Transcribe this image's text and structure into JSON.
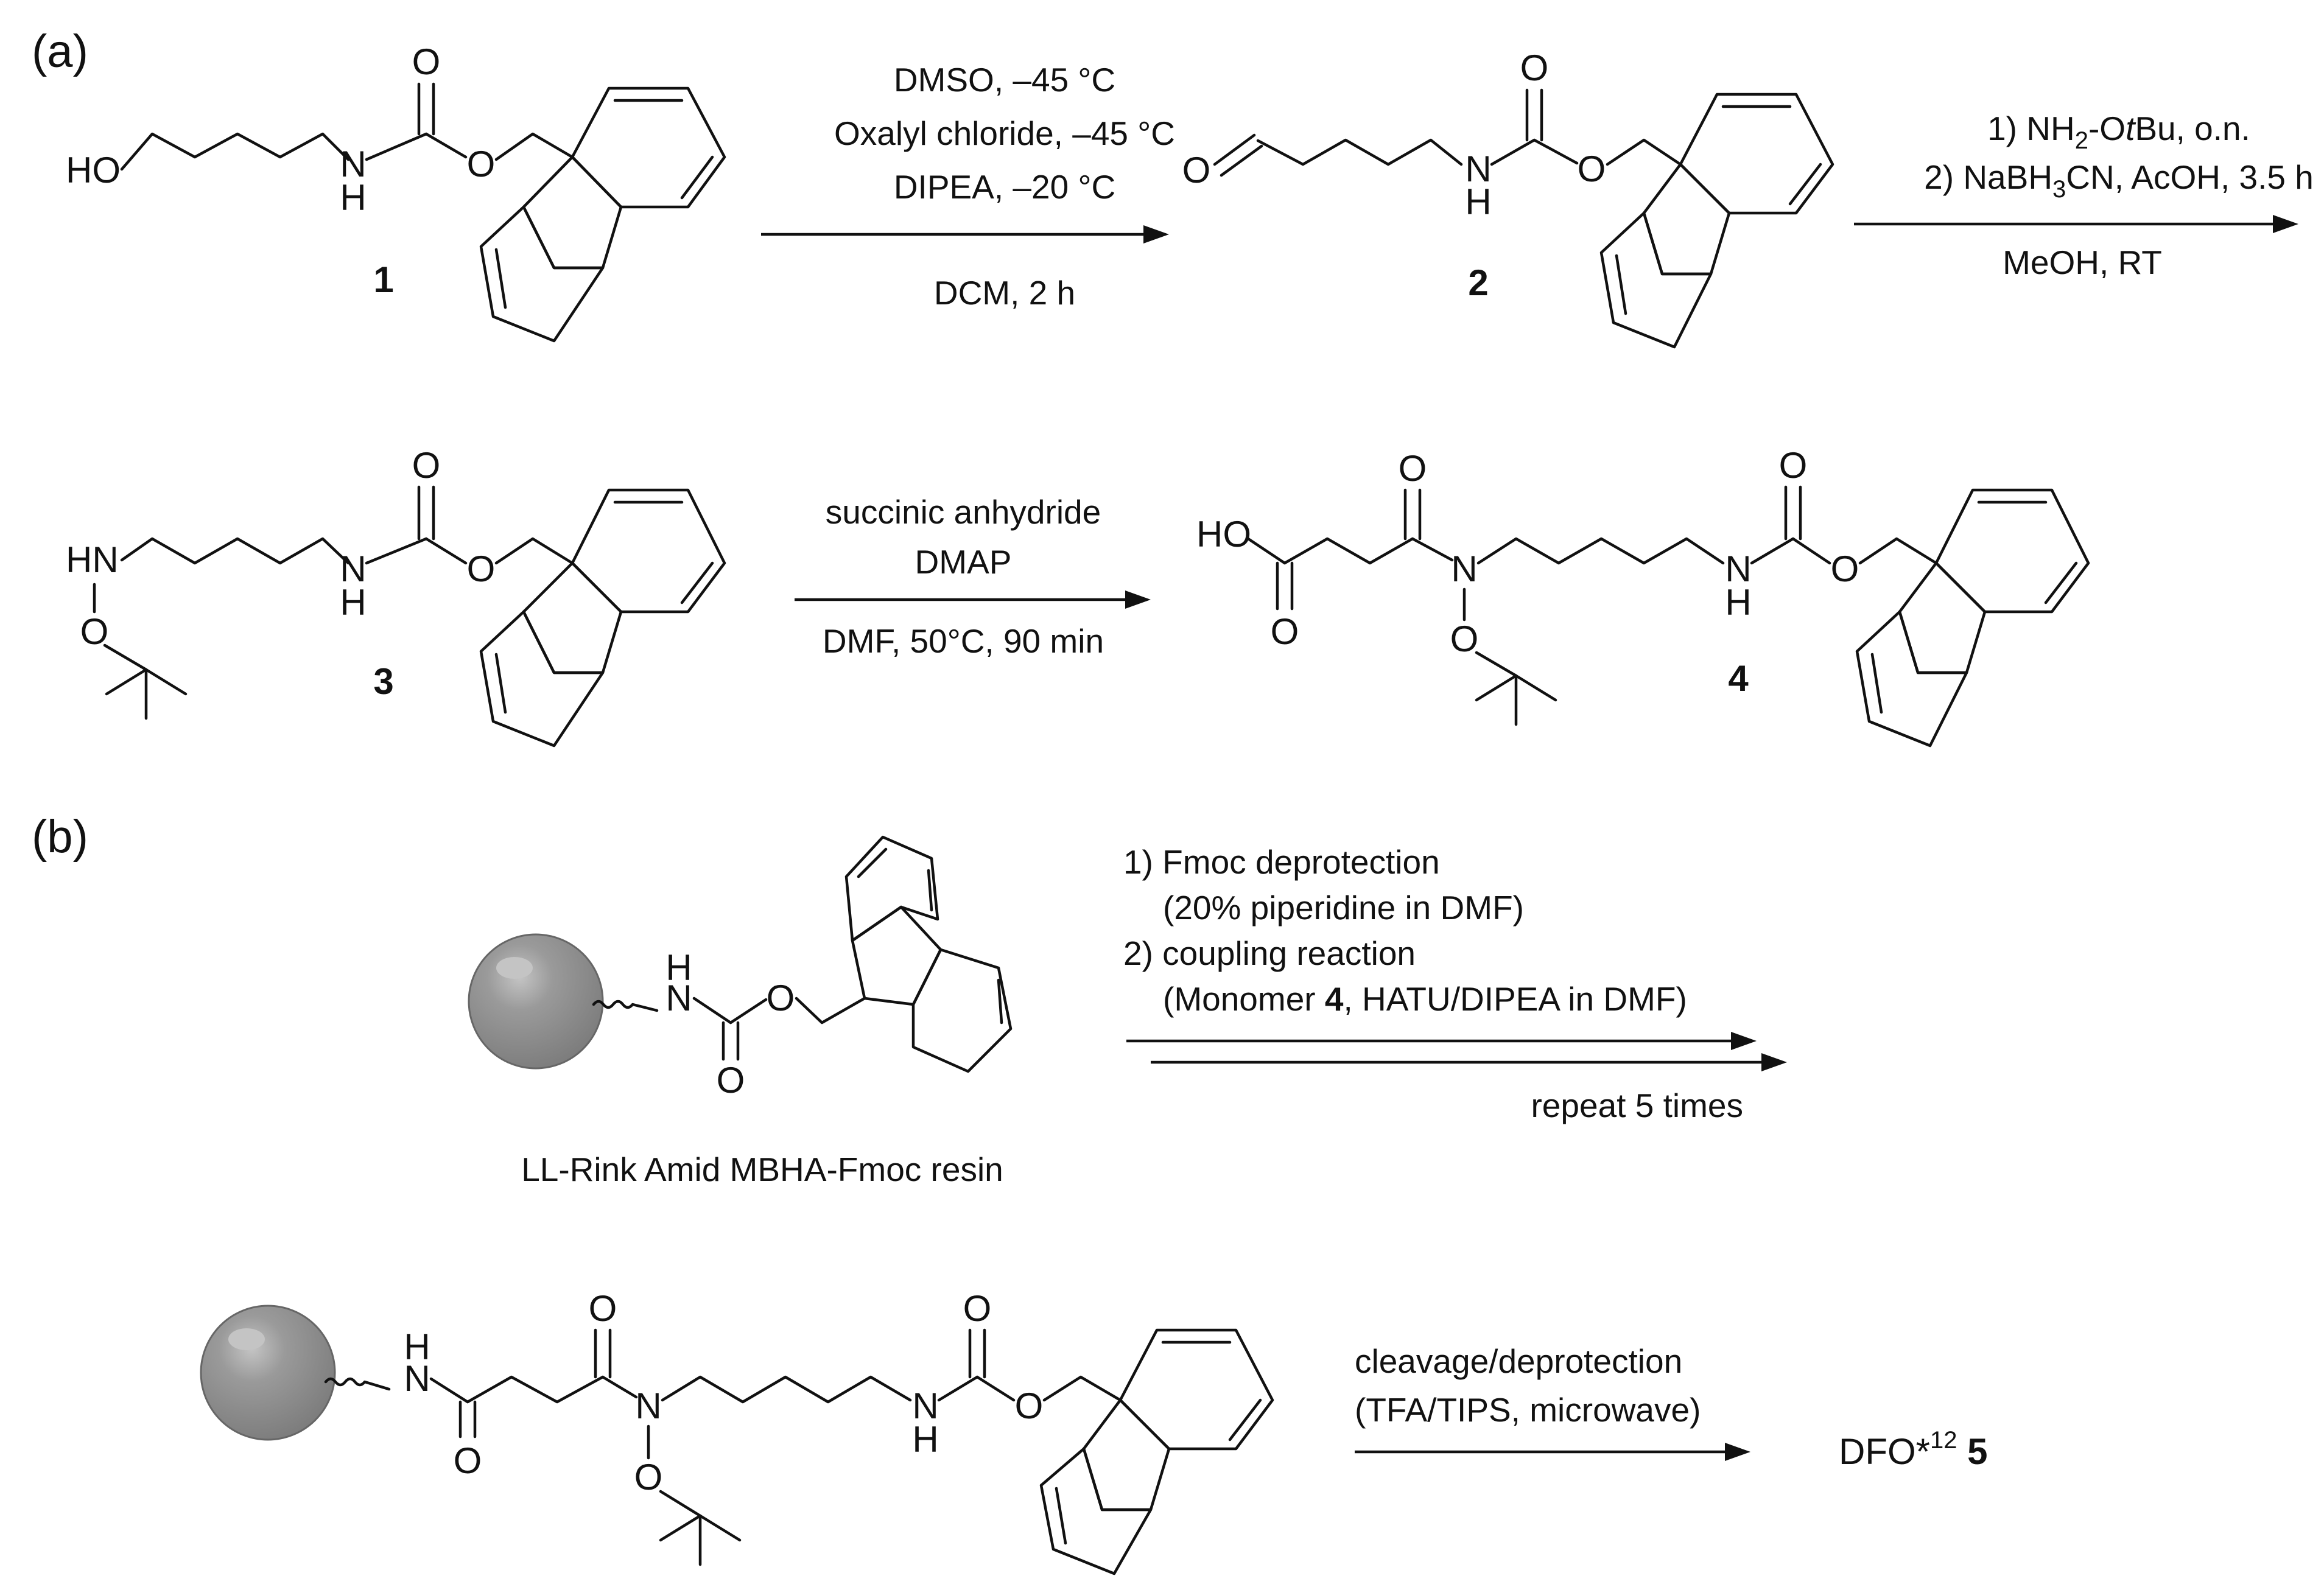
{
  "panels": {
    "a": "(a)",
    "b": "(b)"
  },
  "atoms": {
    "HO": "HO",
    "O": "O",
    "N": "N",
    "H": "H",
    "HN": "HN"
  },
  "compounds": {
    "c1": "1",
    "c2": "2",
    "c3": "3",
    "c4": "4"
  },
  "step1": {
    "above": [
      "DMSO, –45 °C",
      "Oxalyl chloride, –45 °C",
      "DIPEA, –20 °C"
    ],
    "below": "DCM, 2 h"
  },
  "step2": {
    "l1_pre": "1) NH",
    "l1_sub": "2",
    "l1_mid": "-O",
    "l1_it": "t",
    "l1_post": "Bu, o.n.",
    "l2_pre": "2) NaBH",
    "l2_sub": "3",
    "l2_post": "CN, AcOH, 3.5 h",
    "below": "MeOH, RT"
  },
  "step3": {
    "above": [
      "succinic anhydride",
      "DMAP"
    ],
    "below": "DMF, 50°C, 90 min"
  },
  "step4": {
    "line1": "1) Fmoc deprotection",
    "line2": "(20% piperidine in DMF)",
    "line3": "2) coupling reaction",
    "line4_pre": "(Monomer ",
    "line4_bold": "4",
    "line4_post": ", HATU/DIPEA in DMF)",
    "below": "repeat 5 times"
  },
  "resin_label": "LL-Rink Amid MBHA-Fmoc resin",
  "step5": {
    "above": [
      "cleavage/deprotection",
      "(TFA/TIPS, microwave)"
    ]
  },
  "product": {
    "name": "DFO*",
    "sup": "12",
    "num": "5"
  },
  "colors": {
    "ink": "#111111",
    "resin_bead": "#8c8c8c",
    "resin_highlight": "#c4c4c4",
    "background": "#ffffff"
  }
}
